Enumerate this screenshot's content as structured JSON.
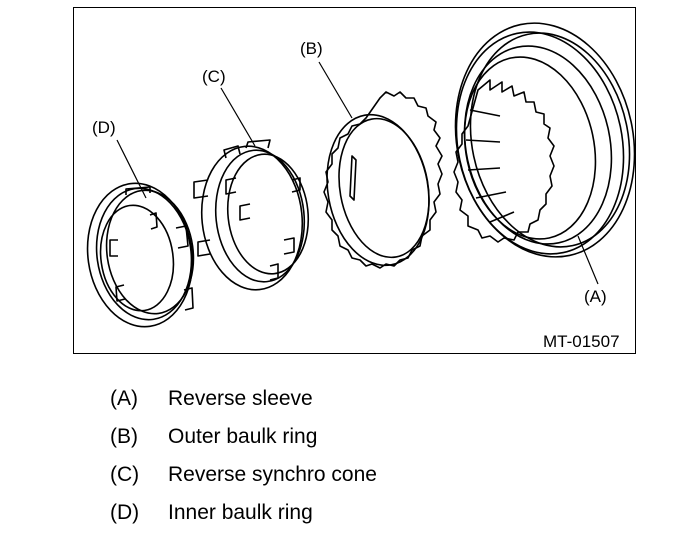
{
  "figure": {
    "id_label": "MT-01507",
    "callouts": {
      "a": "(A)",
      "b": "(B)",
      "c": "(C)",
      "d": "(D)"
    }
  },
  "legend": [
    {
      "key": "(A)",
      "text": "Reverse sleeve"
    },
    {
      "key": "(B)",
      "text": "Outer baulk ring"
    },
    {
      "key": "(C)",
      "text": "Reverse synchro cone"
    },
    {
      "key": "(D)",
      "text": "Inner baulk ring"
    }
  ]
}
